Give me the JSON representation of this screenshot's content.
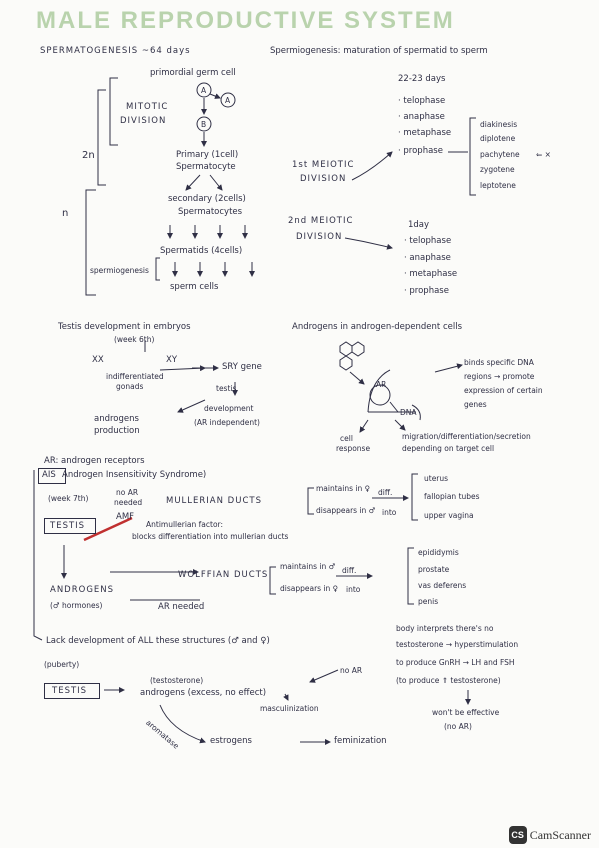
{
  "title": "MALE REPRODUCTIVE SYSTEM",
  "top": {
    "spermatogenesis": "SPERMATOGENESIS ~64 days",
    "spermiogenesis": "Spermiogenesis: maturation of spermatid to sperm",
    "primordial": "primordial germ cell",
    "a1": "A",
    "a2": "A",
    "b": "B",
    "mitotic1": "MITOTIC",
    "mitotic2": "DIVISION",
    "two_n": "2n",
    "primary1": "Primary (1cell)",
    "primary2": "Spermatocyte",
    "meiotic1_a": "1st MEIOTIC",
    "meiotic1_b": "DIVISION",
    "days": "22-23 days",
    "phases1": [
      "· telophase",
      "· anaphase",
      "· metaphase",
      "· prophase"
    ],
    "prophase_sub": [
      "diakinesis",
      "diplotene",
      "pachytene",
      "zygotene",
      "leptotene"
    ],
    "pachy_mark": "⇐ ×",
    "secondary1": "secondary (2cells)",
    "secondary2": "Spermatocytes",
    "n": "n",
    "meiotic2_a": "2nd MEIOTIC",
    "meiotic2_b": "DIVISION",
    "oneday": "1day",
    "phases2": [
      "· telophase",
      "· anaphase",
      "· metaphase",
      "· prophase"
    ],
    "spermatids": "Spermatids (4cells)",
    "spermiogenesis_label": "spermiogenesis",
    "sperm": "sperm cells"
  },
  "testis_dev": {
    "heading1": "Testis development in embryos",
    "heading2": "(week 6th)",
    "xx": "XX",
    "xy": "XY",
    "gonads1": "indifferentiated",
    "gonads2": "gonads",
    "sry": "SRY gene",
    "testis1": "testis",
    "testis2": "development",
    "testis3": "(AR independent)",
    "androgens1": "androgens",
    "androgens2": "production"
  },
  "androgens_cells": {
    "heading": "Androgens in androgen-dependent cells",
    "ar": "AR",
    "dna": "DNA",
    "binds": [
      "binds specific DNA",
      "regions → promote",
      "expression of certain",
      "genes"
    ],
    "cell1": "cell",
    "cell2": "response",
    "migration1": "migration/differentiation/secretion",
    "migration2": "depending on target cell"
  },
  "bottom": {
    "ar_label": "AR: androgen receptors",
    "ais": "AIS",
    "ais_full": "Androgen Insensitivity Syndrome)",
    "week7": "(week 7th)",
    "noar1": "no AR",
    "noar2": "needed",
    "amf": "AMF",
    "mullerian": "MULLERIAN DUCTS",
    "maintains_f": "maintains in ♀",
    "disappears_m": "disappears in ♂",
    "diff_into1": "diff.",
    "diff_into2": "into",
    "mull_products": [
      "uterus",
      "fallopian tubes",
      "upper vagina"
    ],
    "testis": "TESTIS",
    "antimullerian1": "Antimullerian factor:",
    "antimullerian2": "blocks differentiation into mullerian ducts",
    "wolffian": "WOLFFIAN DUCTS",
    "maintains_m": "maintains in ♂",
    "disappears_f": "disappears in ♀",
    "diff2_1": "diff.",
    "diff2_2": "into",
    "wolff_products": [
      "epididymis",
      "prostate",
      "vas deferens",
      "penis"
    ],
    "androgens_caps": "ANDROGENS",
    "male_hormones": "(♂ hormones)",
    "ar_needed": "AR needed",
    "lack": "Lack development of ALL these structures (♂ and ♀)",
    "puberty": "(puberty)",
    "testis2": "TESTIS",
    "testosterone_small": "(testosterone)",
    "androgens_excess": "androgens (excess, no effect)",
    "noar3": "no AR",
    "masc": "masculinization",
    "aromatase": "aromatase",
    "estrogens": "estrogens",
    "feminization": "feminization",
    "body": [
      "body interprets there's no",
      "testosterone → hyperstimulation",
      "to produce GnRH → LH and FSH",
      "(to produce ⇑ testosterone)"
    ],
    "wont": "won't be effective",
    "noar4": "(no AR)"
  },
  "footer": {
    "logo": "CS",
    "brand": "CamScanner"
  }
}
